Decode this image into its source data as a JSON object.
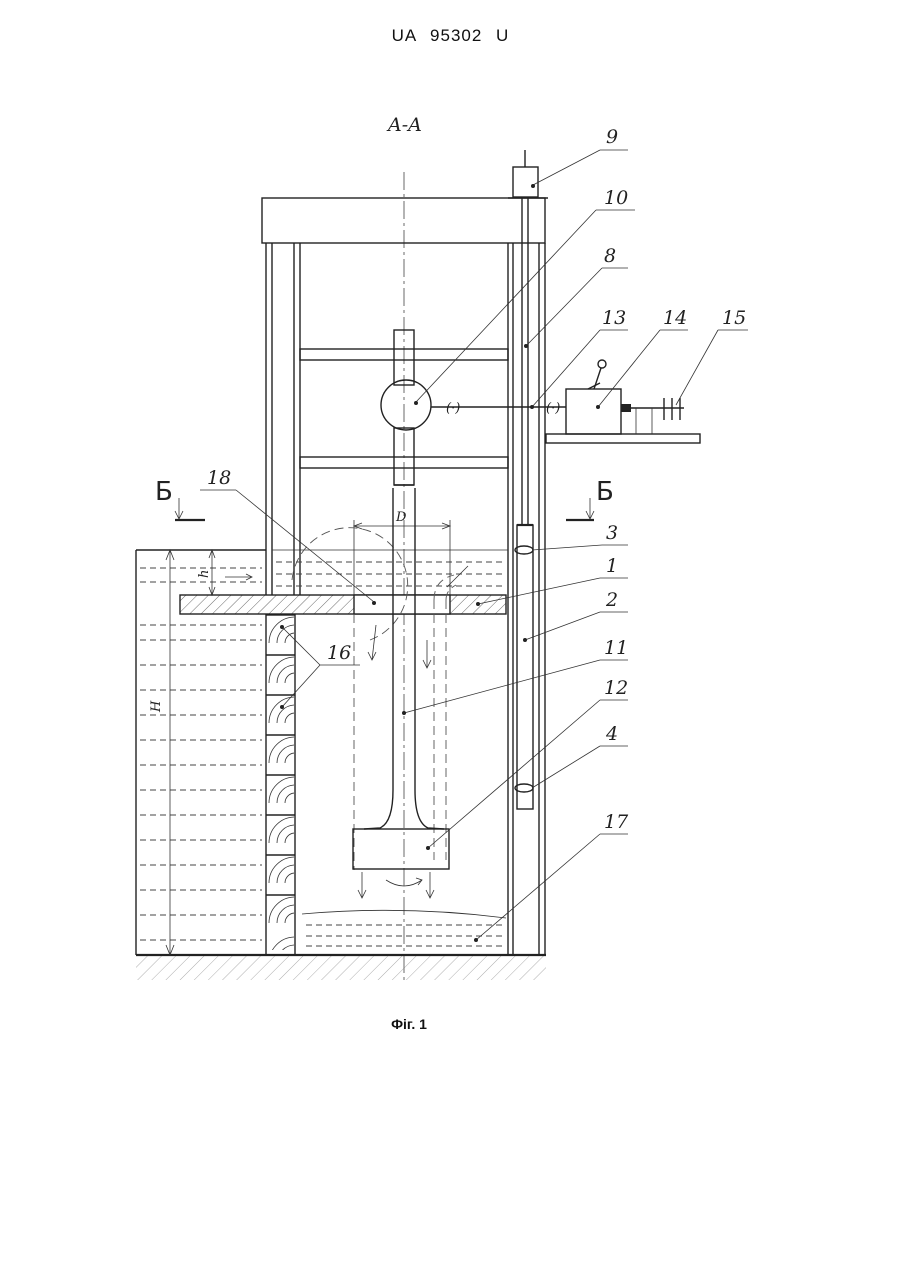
{
  "header": {
    "doc_number": "UA   95302   U"
  },
  "figure": {
    "section_title": "A-A",
    "section_marker": "Б",
    "dimension_labels": {
      "diameter": "D",
      "small_depth": "h",
      "total_depth": "H"
    },
    "part_labels": [
      "9",
      "10",
      "8",
      "13",
      "14",
      "15",
      "18",
      "3",
      "1",
      "2",
      "11",
      "16",
      "12",
      "4",
      "17"
    ],
    "caption": "Фіг. 1"
  }
}
